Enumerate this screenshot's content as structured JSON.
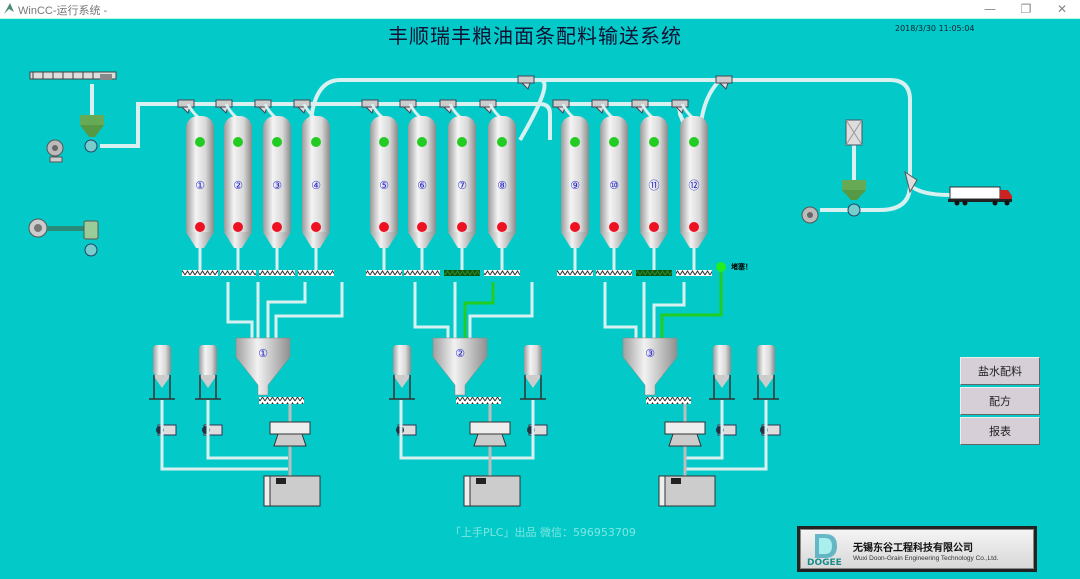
{
  "window": {
    "title": "WinCC-运行系统 -",
    "controls": {
      "minimize": "—",
      "restore": "❐",
      "close": "✕"
    }
  },
  "header": {
    "title": "丰顺瑞丰粮油面条配料输送系统",
    "datetime": "2018/3/30  11:05:04"
  },
  "silos": [
    {
      "label": "①",
      "top_status": "green",
      "bottom_status": "red"
    },
    {
      "label": "②",
      "top_status": "green",
      "bottom_status": "red"
    },
    {
      "label": "③",
      "top_status": "green",
      "bottom_status": "red"
    },
    {
      "label": "④",
      "top_status": "green",
      "bottom_status": "red"
    },
    {
      "label": "⑤",
      "top_status": "green",
      "bottom_status": "red"
    },
    {
      "label": "⑥",
      "top_status": "green",
      "bottom_status": "red"
    },
    {
      "label": "⑦",
      "top_status": "green",
      "bottom_status": "red"
    },
    {
      "label": "⑧",
      "top_status": "green",
      "bottom_status": "red"
    },
    {
      "label": "⑨",
      "top_status": "green",
      "bottom_status": "red"
    },
    {
      "label": "⑩",
      "top_status": "green",
      "bottom_status": "red"
    },
    {
      "label": "⑪",
      "top_status": "green",
      "bottom_status": "red"
    },
    {
      "label": "⑫",
      "top_status": "green",
      "bottom_status": "red"
    }
  ],
  "hoppers": [
    {
      "label": "①"
    },
    {
      "label": "②"
    },
    {
      "label": "③"
    }
  ],
  "conveyors_active": [
    7,
    11
  ],
  "alarm": {
    "label": "堵塞！",
    "color": "#22EE22"
  },
  "side_buttons": [
    {
      "label": "盐水配料"
    },
    {
      "label": "配方"
    },
    {
      "label": "报表"
    }
  ],
  "watermark": "「上手PLC」出品  微信：596953709",
  "company": {
    "logo_text": "DOGEE",
    "name_cn": "无锡东谷工程科技有限公司",
    "name_en": "Wuxi Doon-Grain Engineering Technology Co.,Ltd."
  },
  "colors": {
    "background": "#03CAC8",
    "pipe": "#D8F0F0",
    "active_line": "#22CC22",
    "status_green": "#22CC22",
    "status_red": "#EE1122",
    "label_blue": "#2222CC"
  }
}
